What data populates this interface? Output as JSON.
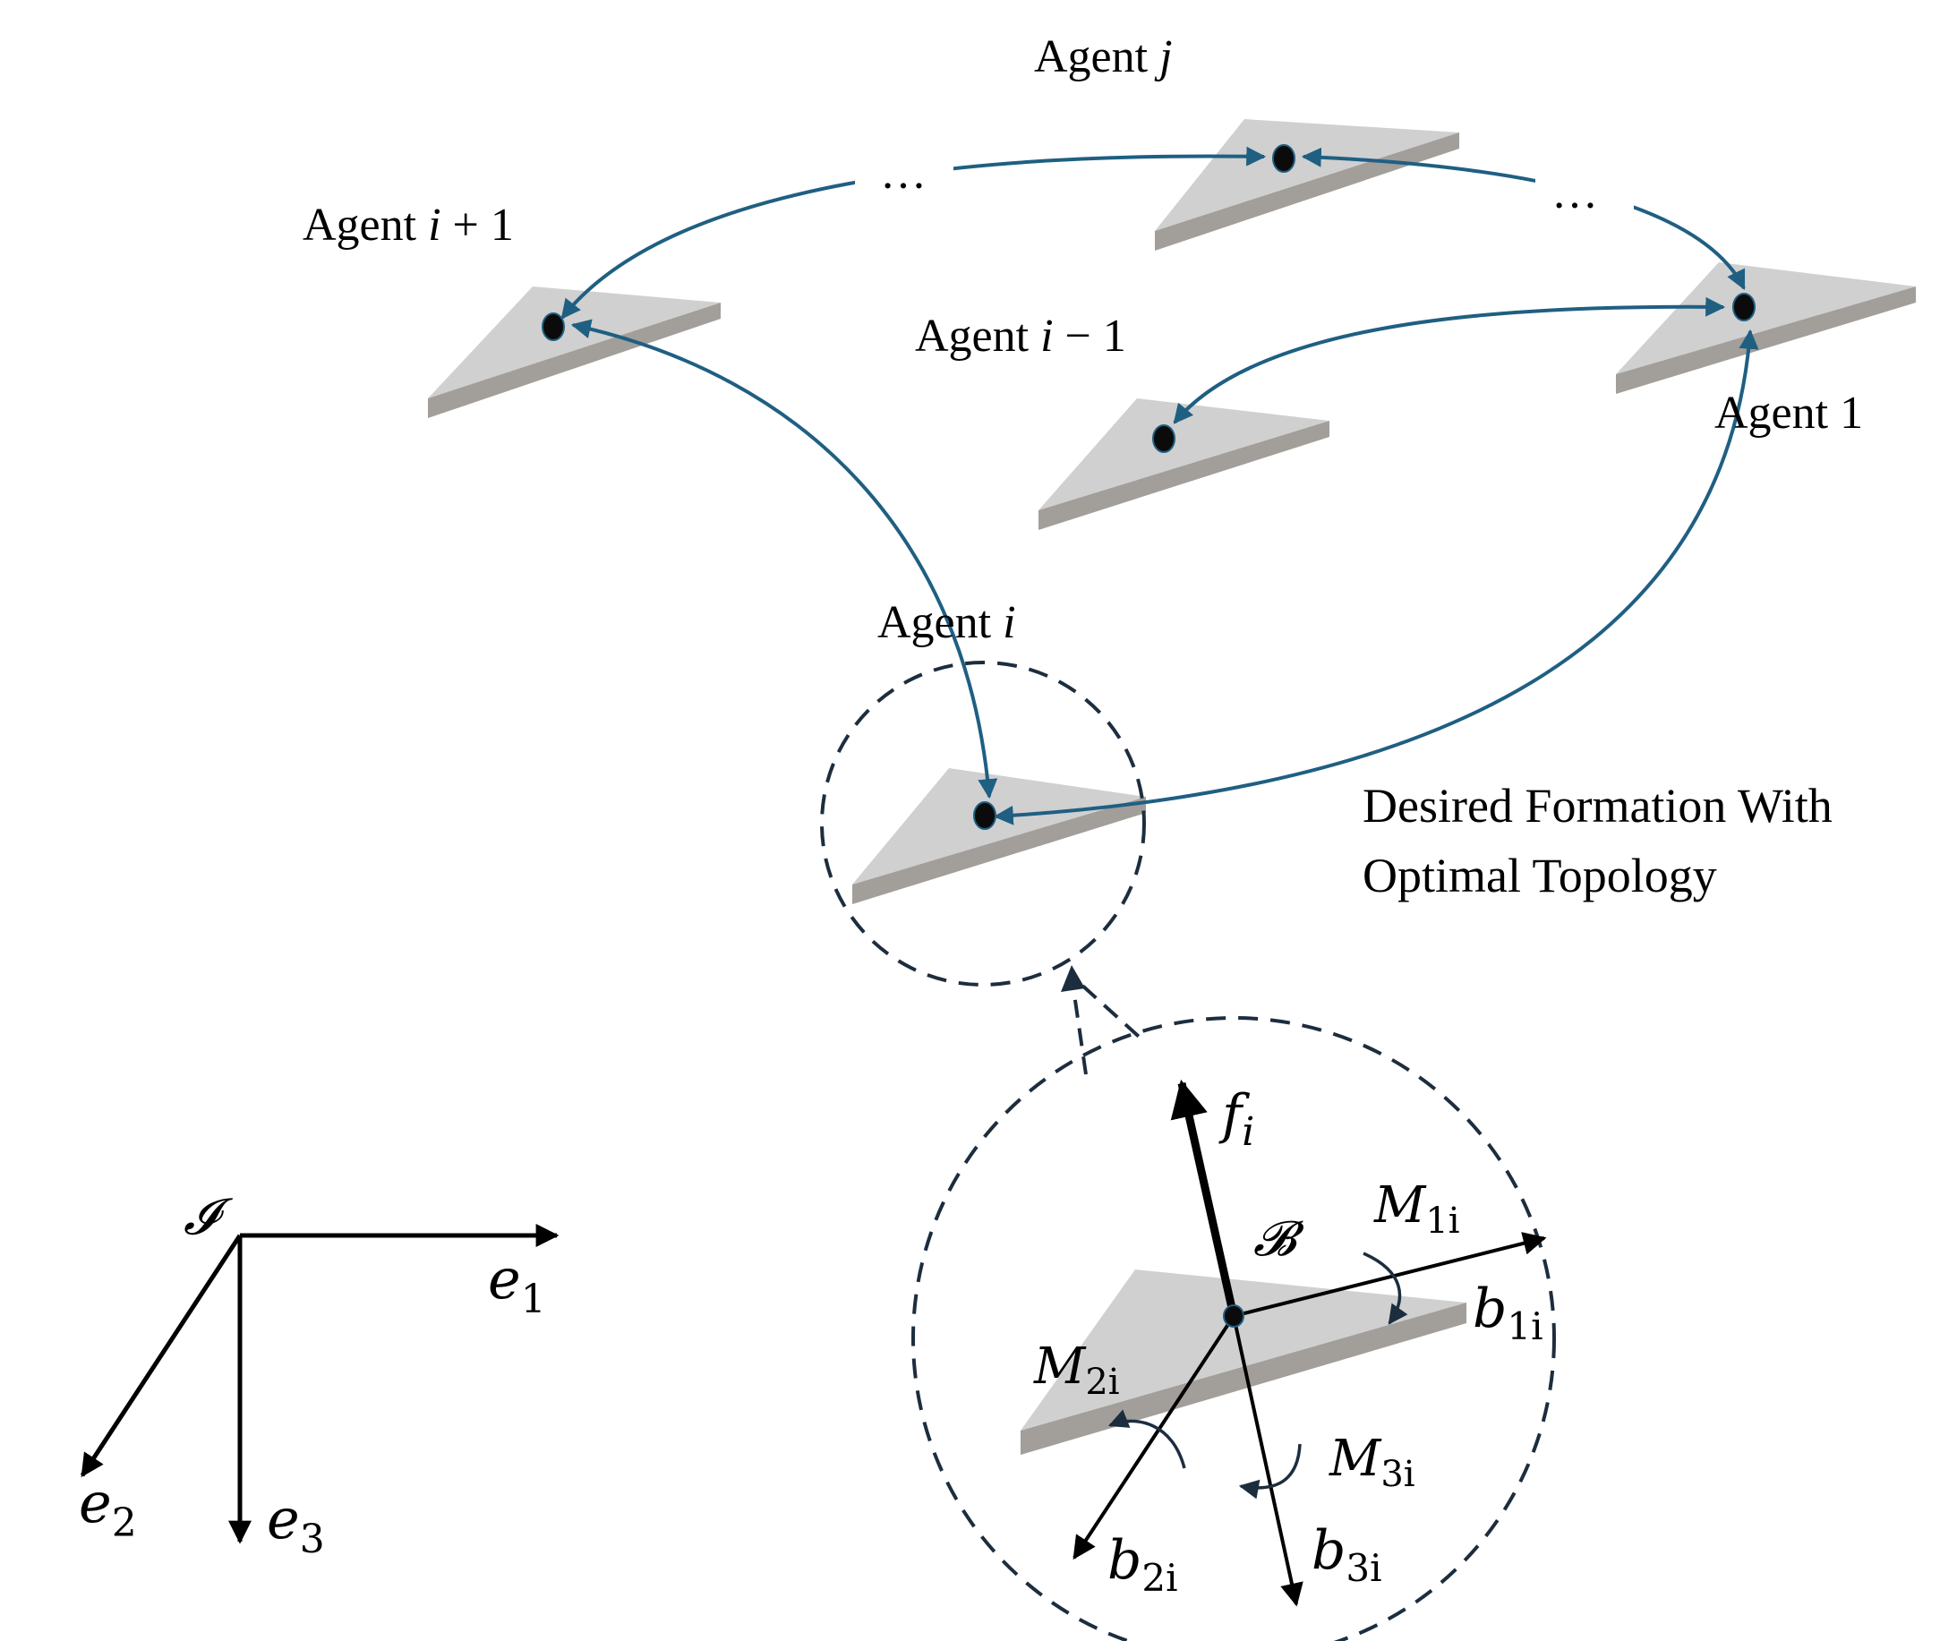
{
  "colors": {
    "link": "#1f5f82",
    "plate_top": "#d0d0d0",
    "plate_side": "#a29e9a",
    "node": "#0b0b0b",
    "dashed": "#1c2d3e",
    "ink": "#000000"
  },
  "agents": {
    "agent_j": {
      "prefix": "Agent ",
      "var": "j",
      "suffix": ""
    },
    "agent_ip1": {
      "prefix": "Agent ",
      "var": "i",
      "suffix": " + 1"
    },
    "agent_im1": {
      "prefix": "Agent ",
      "var": "i",
      "suffix": " − 1"
    },
    "agent_1": {
      "text": "Agent 1"
    },
    "agent_i": {
      "prefix": "Agent ",
      "var": "i",
      "suffix": ""
    }
  },
  "ellipsis": {
    "left": "…",
    "right": "…"
  },
  "caption": {
    "line1": "Desired Formation With",
    "line2": "Optimal Topology"
  },
  "inertial_frame": {
    "origin": "𝓘",
    "e1": {
      "base": "e",
      "sub": "1"
    },
    "e2": {
      "base": "e",
      "sub": "2"
    },
    "e3": {
      "base": "e",
      "sub": "3"
    }
  },
  "body_frame": {
    "origin": "𝓑",
    "force": {
      "base": "f",
      "sub": "i"
    },
    "b1": {
      "base": "b",
      "sub": "1i"
    },
    "b2": {
      "base": "b",
      "sub": "2i"
    },
    "b3": {
      "base": "b",
      "sub": "3i"
    },
    "M1": {
      "base": "M",
      "sub": "1i"
    },
    "M2": {
      "base": "M",
      "sub": "2i"
    },
    "M3": {
      "base": "M",
      "sub": "3i"
    }
  }
}
